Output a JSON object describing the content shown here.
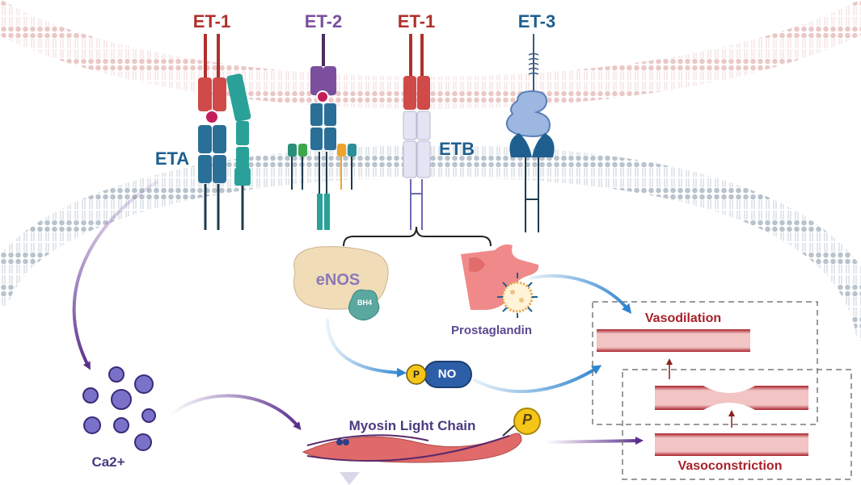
{
  "ligands": {
    "et1_left": "ET-1",
    "et2": "ET-2",
    "et1_right": "ET-1",
    "et3": "ET-3"
  },
  "receptors": {
    "eta": "ETA",
    "etb": "ETB"
  },
  "molecules": {
    "enos": "eNOS",
    "bh4": "BH4",
    "prostaglandin": "Prostaglandin",
    "phospho": "P",
    "no": "NO",
    "ca": "Ca2+",
    "mlc": "Myosin Light Chain",
    "mlc_phospho": "P"
  },
  "outcomes": {
    "vasodilation": "Vasodilation",
    "vasoconstriction": "Vasoconstriction"
  },
  "colors": {
    "ligand_red": "#b0302c",
    "ligand_purple": "#7b4f9d",
    "label_blue": "#1f5f8f",
    "receptor_red": "#cf4a48",
    "receptor_blue": "#2a6f97",
    "receptor_teal": "#2aa198",
    "receptor_lavender": "#e4e4f4",
    "membrane": "#a8b4c0",
    "outer_membrane": "#e6b3b3",
    "arrow_purple": "#6b3f9c",
    "arrow_blue": "#2f86d0",
    "vessel_red": "#a8202a",
    "vessel_pink": "#f4c5c5",
    "enos_fill": "#f1dcb8",
    "prosta_fill": "#f08a8a",
    "ca_fill": "#7a72c8",
    "p_yellow": "#f5c518"
  }
}
